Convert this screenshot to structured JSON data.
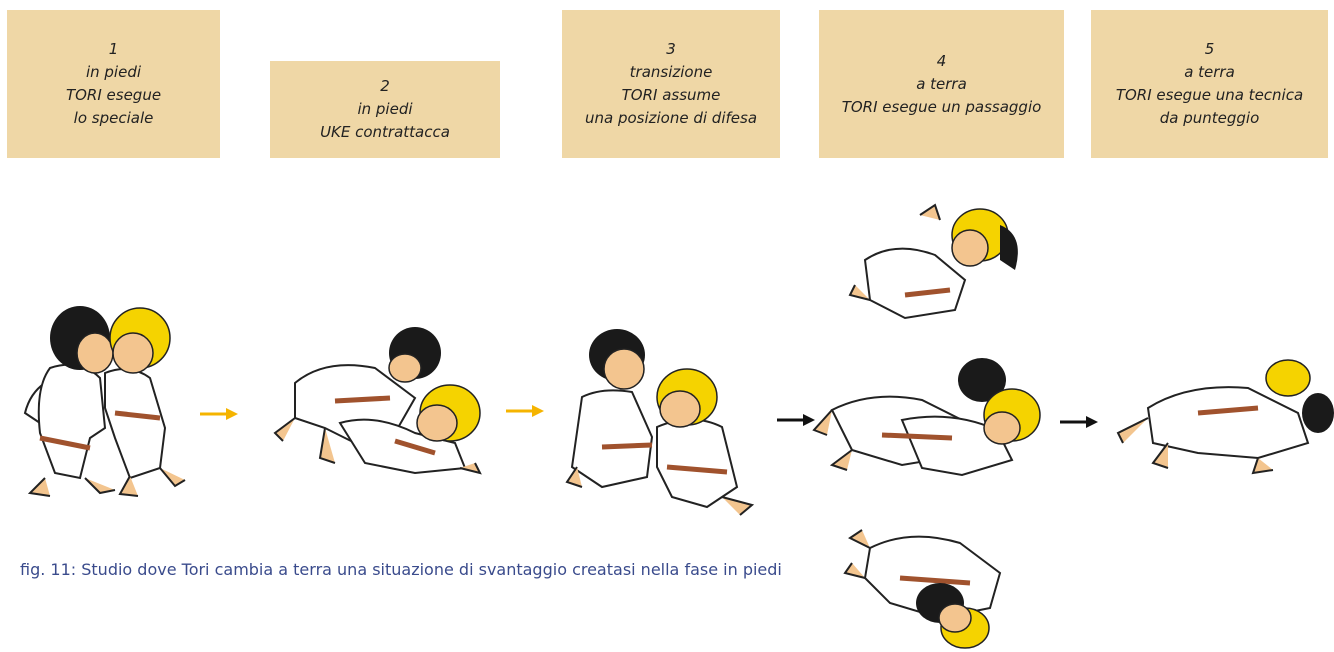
{
  "steps": [
    {
      "number": "1",
      "lines": [
        "in piedi",
        "TORI esegue",
        "lo speciale"
      ]
    },
    {
      "number": "2",
      "lines": [
        "in piedi",
        "UKE contrattacca"
      ]
    },
    {
      "number": "3",
      "lines": [
        "transizione",
        "TORI assume",
        "una  posizione di difesa"
      ]
    },
    {
      "number": "4",
      "lines": [
        "a terra",
        "TORI esegue un passaggio"
      ]
    },
    {
      "number": "5",
      "lines": [
        "a terra",
        "TORI esegue una tecnica",
        "da punteggio"
      ]
    }
  ],
  "caption": "fig. 11: Studio dove Tori cambia a terra una situazione di svantaggio creatasi nella fase in piedi",
  "colors": {
    "box_fill": "#efd7a6",
    "arrow_standing": "#f5b400",
    "arrow_ground": "#111111",
    "caption_text": "#3a4b8c",
    "gi": "#ffffff",
    "belt": "#a0522d",
    "hair_dark": "#1a1a1a",
    "hair_blonde": "#f5d300",
    "skin": "#f3c58f"
  },
  "illustrations": [
    {
      "step": "1",
      "name": "illustration-step-1-standing-throw"
    },
    {
      "step": "2",
      "name": "illustration-step-2-counter-attack"
    },
    {
      "step": "3",
      "name": "illustration-step-3-transition"
    },
    {
      "step": "4",
      "name": "illustration-step-4-variant-a"
    },
    {
      "step": "4",
      "name": "illustration-step-4-passage"
    },
    {
      "step": "4",
      "name": "illustration-step-4-variant-b"
    },
    {
      "step": "5",
      "name": "illustration-step-5-scoring-technique"
    }
  ]
}
